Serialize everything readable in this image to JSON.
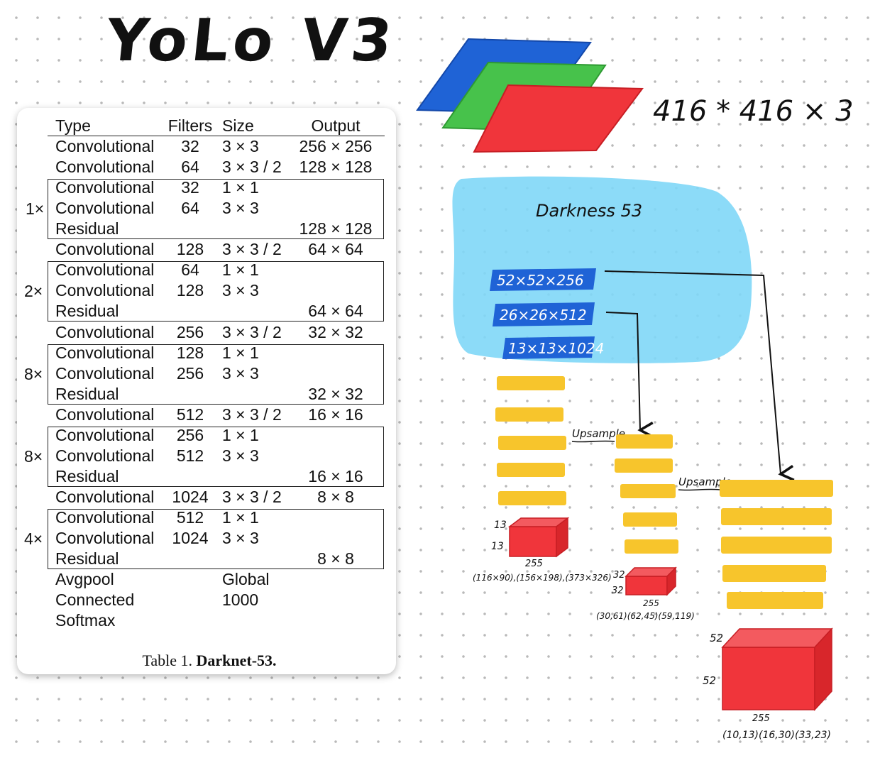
{
  "title": "YoLo V3",
  "table": {
    "header": {
      "type": "Type",
      "filters": "Filters",
      "size": "Size",
      "output": "Output"
    },
    "rows": [
      {
        "type": "Convolutional",
        "filters": "32",
        "size": "3 × 3",
        "output": "256 × 256"
      },
      {
        "type": "Convolutional",
        "filters": "64",
        "size": "3 × 3 / 2",
        "output": "128 × 128"
      },
      {
        "type": "Convolutional",
        "filters": "32",
        "size": "1 × 1",
        "output": ""
      },
      {
        "type": "Convolutional",
        "filters": "64",
        "size": "3 × 3",
        "output": ""
      },
      {
        "type": "Residual",
        "filters": "",
        "size": "",
        "output": "128 × 128"
      },
      {
        "type": "Convolutional",
        "filters": "128",
        "size": "3 × 3 / 2",
        "output": "64 × 64"
      },
      {
        "type": "Convolutional",
        "filters": "64",
        "size": "1 × 1",
        "output": ""
      },
      {
        "type": "Convolutional",
        "filters": "128",
        "size": "3 × 3",
        "output": ""
      },
      {
        "type": "Residual",
        "filters": "",
        "size": "",
        "output": "64 × 64"
      },
      {
        "type": "Convolutional",
        "filters": "256",
        "size": "3 × 3 / 2",
        "output": "32 × 32"
      },
      {
        "type": "Convolutional",
        "filters": "128",
        "size": "1 × 1",
        "output": ""
      },
      {
        "type": "Convolutional",
        "filters": "256",
        "size": "3 × 3",
        "output": ""
      },
      {
        "type": "Residual",
        "filters": "",
        "size": "",
        "output": "32 × 32"
      },
      {
        "type": "Convolutional",
        "filters": "512",
        "size": "3 × 3 / 2",
        "output": "16 × 16"
      },
      {
        "type": "Convolutional",
        "filters": "256",
        "size": "1 × 1",
        "output": ""
      },
      {
        "type": "Convolutional",
        "filters": "512",
        "size": "3 × 3",
        "output": ""
      },
      {
        "type": "Residual",
        "filters": "",
        "size": "",
        "output": "16 × 16"
      },
      {
        "type": "Convolutional",
        "filters": "1024",
        "size": "3 × 3 / 2",
        "output": "8 × 8"
      },
      {
        "type": "Convolutional",
        "filters": "512",
        "size": "1 × 1",
        "output": ""
      },
      {
        "type": "Convolutional",
        "filters": "1024",
        "size": "3 × 3",
        "output": ""
      },
      {
        "type": "Residual",
        "filters": "",
        "size": "",
        "output": "8 × 8"
      },
      {
        "type": "Avgpool",
        "filters": "",
        "size": "Global",
        "output": ""
      },
      {
        "type": "Connected",
        "filters": "",
        "size": "1000",
        "output": ""
      },
      {
        "type": "Softmax",
        "filters": "",
        "size": "",
        "output": ""
      }
    ],
    "repeats": [
      "1×",
      "2×",
      "8×",
      "8×",
      "4×"
    ],
    "caption_prefix": "Table 1.",
    "caption_bold": "Darknet-53."
  },
  "diagram": {
    "input_label": "416 * 416 × 3",
    "backbone_label": "Darkness 53",
    "feature_maps": [
      "52×52×256",
      "26×26×512",
      "13×13×1024"
    ],
    "upsample_label": "Upsample",
    "heads": [
      {
        "side": "13",
        "depth": "255",
        "anchors": "(116×90),(156×198),(373×326)"
      },
      {
        "side": "32",
        "depth": "255",
        "anchors": "(30,61)(62,45)(59,119)"
      },
      {
        "side": "52",
        "depth": "255",
        "anchors": "(10,13)(16,30)(33,23)"
      }
    ],
    "colors": {
      "blue": "#1f63d6",
      "green": "#47c24b",
      "red": "#f0353b",
      "yellow": "#f7c52c",
      "cyan": "#7fd7f7",
      "tag_blue": "#1f63d6"
    }
  }
}
